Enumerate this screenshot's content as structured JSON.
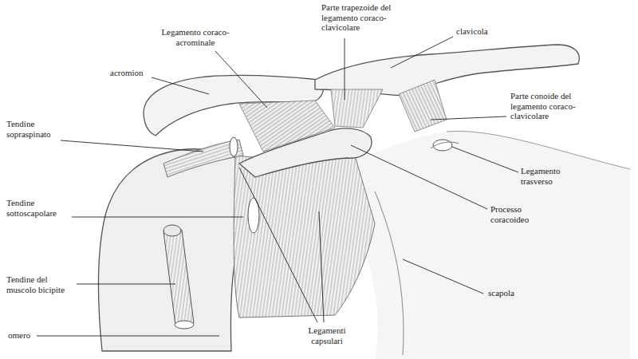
{
  "diagram": {
    "labels": [
      "Legamento coraco-acrominale",
      "Parte trapezoide del legamento coraco-clavicolare",
      "clavicola",
      "acromion",
      "Parte conoide del legamento coraco-clavicolare",
      "Tendine sopraspinato",
      "Legamento trasverso",
      "Processo coracoideo",
      "Tendine sottoscapolare",
      "Tendine del muscolo bicipite",
      "scapola",
      "omero",
      "Legamenti capsulari"
    ]
  }
}
